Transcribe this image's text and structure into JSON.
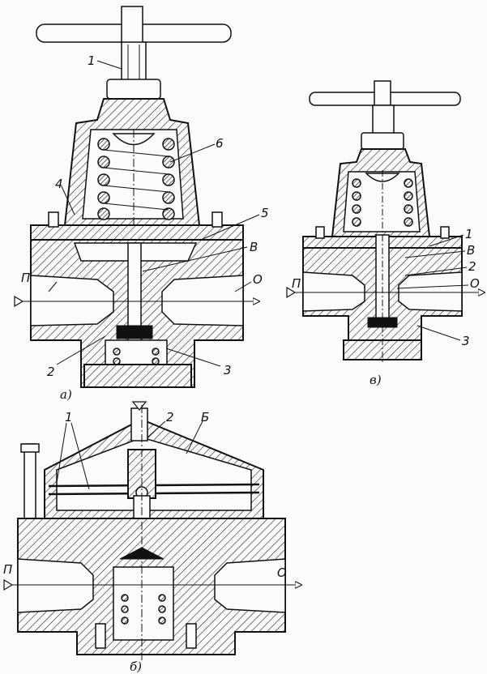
{
  "views": [
    {
      "id": "a",
      "caption": "а)",
      "labels": {
        "1": "1",
        "2": "2",
        "3": "3",
        "4": "4",
        "5": "5",
        "6": "6",
        "B": "В",
        "P": "П",
        "O": "О"
      }
    },
    {
      "id": "v",
      "caption": "в)",
      "labels": {
        "1": "1",
        "2": "2",
        "3": "3",
        "B": "В",
        "P": "П",
        "O": "О"
      }
    },
    {
      "id": "b",
      "caption": "б)",
      "labels": {
        "1": "1",
        "2": "2",
        "B": "Б",
        "P": "П",
        "O": "О"
      }
    }
  ]
}
